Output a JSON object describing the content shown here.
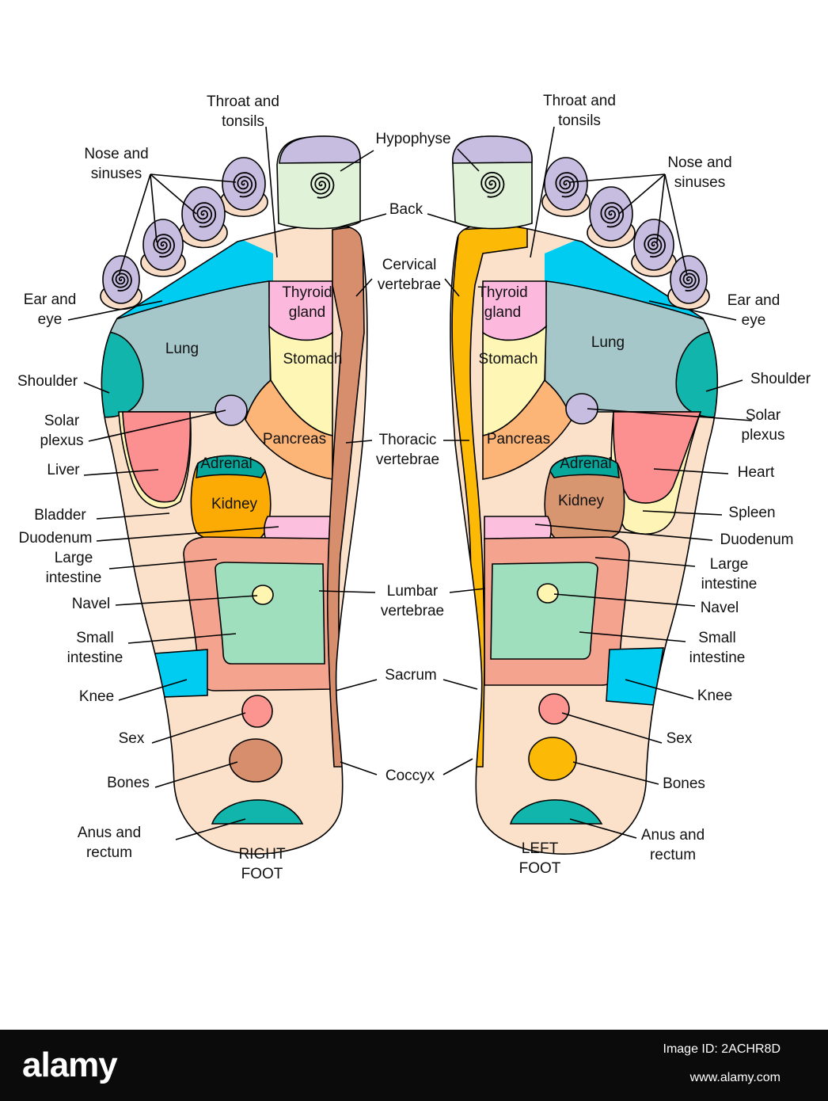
{
  "diagram": {
    "right_foot_title": [
      "RIGHT",
      "FOOT"
    ],
    "left_foot_title": [
      "LEFT",
      "FOOT"
    ],
    "inner_labels": {
      "right": {
        "thyroid": [
          "Thyroid",
          "gland"
        ],
        "lung": "Lung",
        "stomach": "Stomach",
        "pancreas": "Pancreas",
        "adrenal": "Adrenal",
        "kidney": "Kidney"
      },
      "left": {
        "thyroid": [
          "Thyroid",
          "gland"
        ],
        "lung": "Lung",
        "stomach": "Stomach",
        "pancreas": "Pancreas",
        "adrenal": "Adrenal",
        "kidney": "Kidney"
      }
    },
    "center_labels": {
      "hypophyse": "Hypophyse",
      "back": "Back",
      "cervical": [
        "Cervical",
        "vertebrae"
      ],
      "thoracic": [
        "Thoracic",
        "vertebrae"
      ],
      "lumbar": [
        "Lumbar",
        "vertebrae"
      ],
      "sacrum": "Sacrum",
      "coccyx": "Coccyx"
    },
    "right_foot_labels": {
      "throat": [
        "Throat and",
        "tonsils"
      ],
      "nose": [
        "Nose and",
        "sinuses"
      ],
      "ear": [
        "Ear and",
        "eye"
      ],
      "shoulder": "Shoulder",
      "solar": [
        "Solar",
        "plexus"
      ],
      "liver": "Liver",
      "bladder": "Bladder",
      "duodenum": "Duodenum",
      "large_intestine": [
        "Large",
        "intestine"
      ],
      "navel": "Navel",
      "small_intestine": [
        "Small",
        "intestine"
      ],
      "knee": "Knee",
      "sex": "Sex",
      "bones": "Bones",
      "anus": [
        "Anus and",
        "rectum"
      ]
    },
    "left_foot_labels": {
      "throat": [
        "Throat and",
        "tonsils"
      ],
      "nose": [
        "Nose and",
        "sinuses"
      ],
      "ear": [
        "Ear and",
        "eye"
      ],
      "shoulder": "Shoulder",
      "solar": [
        "Solar",
        "plexus"
      ],
      "heart": "Heart",
      "spleen": "Spleen",
      "duodenum": "Duodenum",
      "large_intestine": [
        "Large",
        "intestine"
      ],
      "navel": "Navel",
      "small_intestine": [
        "Small",
        "intestine"
      ],
      "knee": "Knee",
      "sex": "Sex",
      "bones": "Bones",
      "anus": [
        "Anus and",
        "rectum"
      ]
    },
    "colors": {
      "skin": "#fbe1c9",
      "toe": "#c6bde0",
      "toe_base": "#f8dcc6",
      "cyan": "#00ccf2",
      "lung": "#a6c7c9",
      "teal": "#12b5ab",
      "thyroid": "#fdb8de",
      "stomach": "#fef6b4",
      "pancreas": "#fcb477",
      "liver_heart": "#fc8f8f",
      "pale_yellow": "#fdf4b5",
      "kidney_right": "#fcab05",
      "kidney_left": "#d79670",
      "adrenal": "#07a79c",
      "duodenum": "#fdbfde",
      "large_intestine": "#f4a38f",
      "small_intestine": "#9fdfbe",
      "navel": "#fdf5b0",
      "sex": "#fc9490",
      "bones_right": "#d78e6c",
      "bones_left": "#fcb906",
      "anus": "#12b5ab",
      "hypophyse_top": "#c6bde0",
      "hypophyse": "#e0f3d9",
      "spine_right": "#d78e6c",
      "spine_left": "#fcb906",
      "back_right": "#d78e6c",
      "back_left": "#fcb906"
    }
  },
  "stock_bar": {
    "logo": "alamy",
    "image_id": "Image ID: 2ACHR8D",
    "url": "www.alamy.com"
  }
}
